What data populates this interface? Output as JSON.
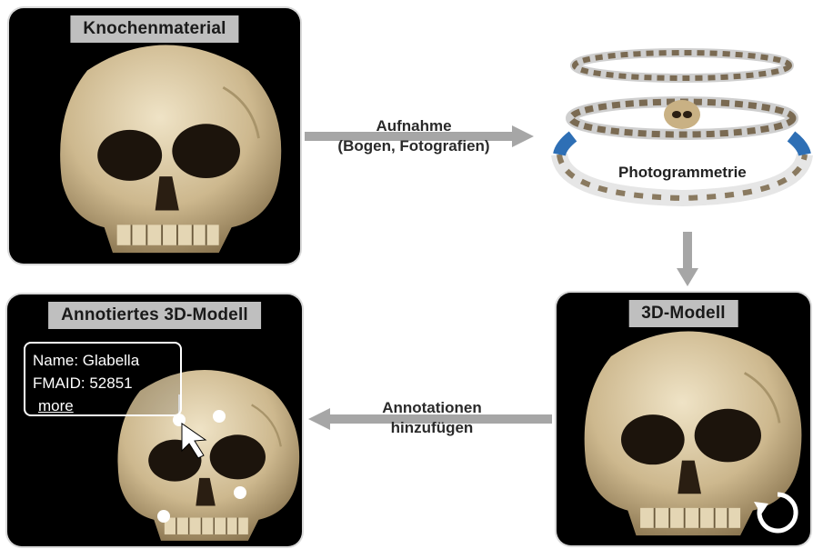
{
  "panels": {
    "bone_material": {
      "title": "Knochenmaterial"
    },
    "model_3d": {
      "title": "3D-Modell"
    },
    "annotated_model": {
      "title": "Annotiertes 3D-Modell"
    }
  },
  "photogrammetry": {
    "label": "Photogrammetrie"
  },
  "arrows": {
    "capture": {
      "line1": "Aufnahme",
      "line2": "(Bogen, Fotografien)"
    },
    "annotate": {
      "line1": "Annotationen",
      "line2": "hinzufügen"
    }
  },
  "annotation_box": {
    "name_line": "Name: Glabella",
    "fmaid_line": "FMAID: 52851",
    "more_link": "more"
  },
  "colors": {
    "panel_bg": "#000000",
    "title_bg": "#bfbfbf",
    "arrow_gray": "#a6a6a6",
    "ring_blue": "#2e6fb5"
  }
}
